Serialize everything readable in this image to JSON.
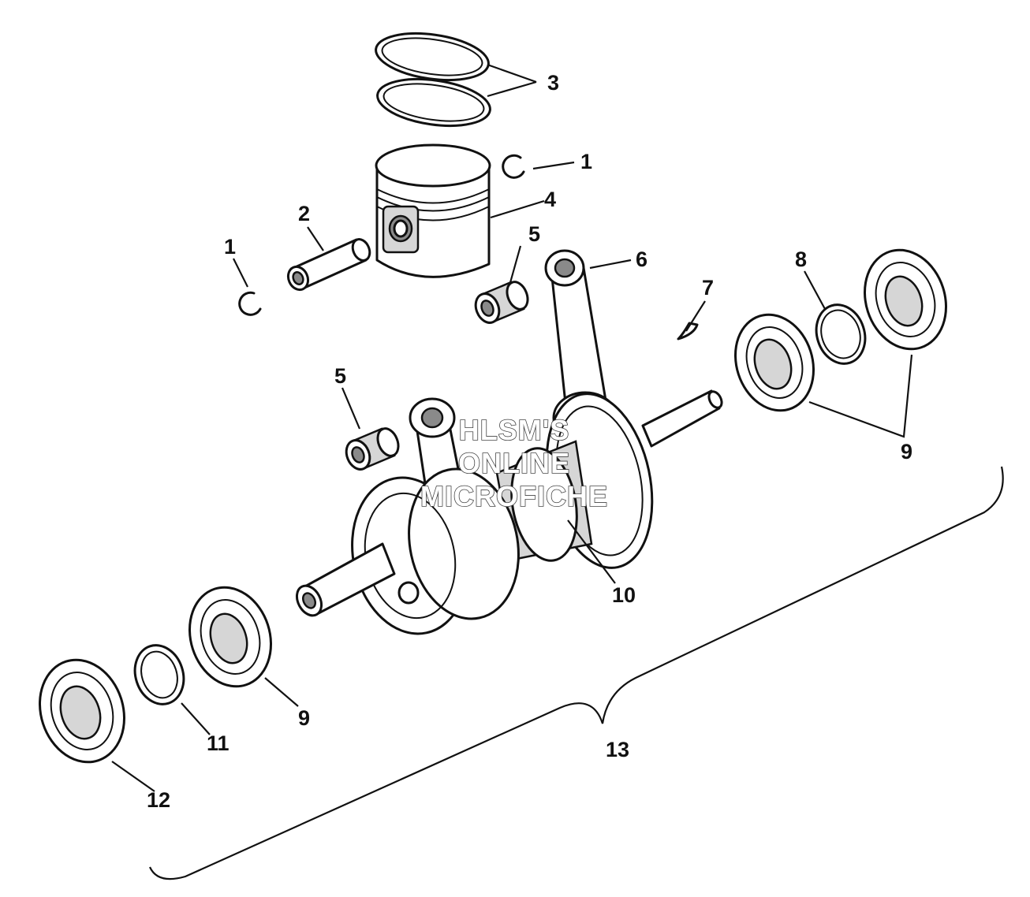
{
  "diagram": {
    "callouts": {
      "c1a": "1",
      "c1b": "1",
      "c2": "2",
      "c3": "3",
      "c4": "4",
      "c5a": "5",
      "c5b": "5",
      "c6": "6",
      "c7": "7",
      "c8": "8",
      "c9a": "9",
      "c9b": "9",
      "c10": "10",
      "c11": "11",
      "c12": "12",
      "c13": "13"
    },
    "watermark": [
      "HLSM'S",
      "ONLINE",
      "MICROFICHE"
    ]
  },
  "colors": {
    "line": "#111111",
    "background": "#ffffff",
    "shade": "#d6d6d6",
    "dark": "#8a8a8a"
  }
}
